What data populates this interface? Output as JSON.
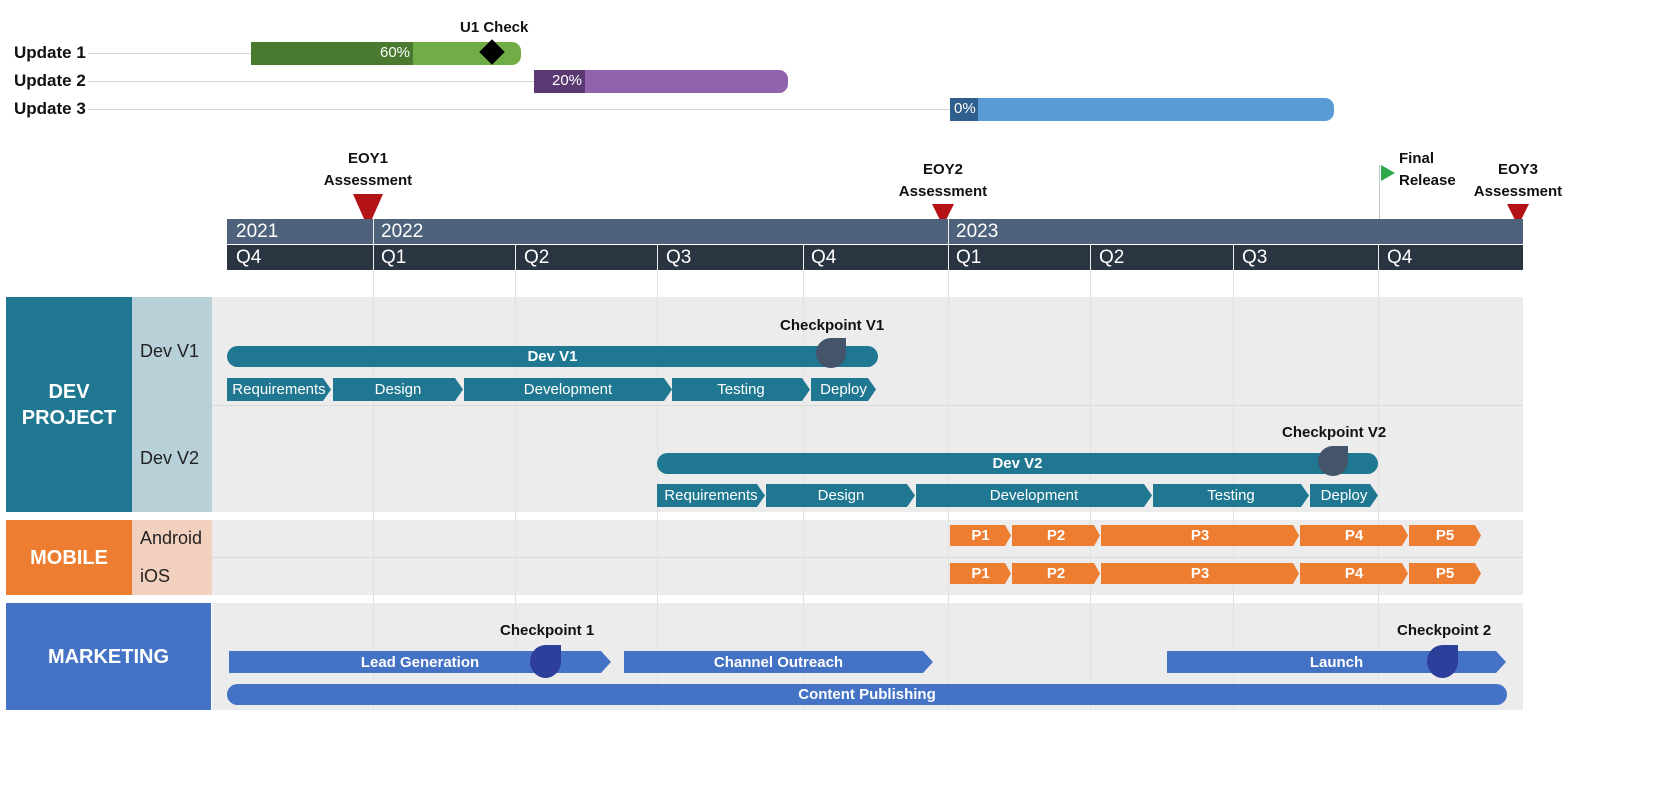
{
  "colors": {
    "update1_dark": "#4a7a2f",
    "update1_light": "#70ad47",
    "update2_dark": "#5b3a74",
    "update2_light": "#9163ad",
    "update3_dark": "#2f5f8c",
    "update3_light": "#5b9bd5",
    "assessment_marker": "#b31217",
    "final_release_flag": "#2ea84a",
    "dev_project": "#1f7791",
    "dev_sub": "#b8d0d8",
    "mobile": "#ed7d31",
    "mobile_sub": "#f1d0be",
    "marketing": "#4472c4",
    "checkpoint_dev": "#44546a",
    "checkpoint_mkt": "#2e3e9b"
  },
  "updates": [
    {
      "label": "Update 1",
      "percent_label": "60%",
      "percent_complete": 0.6,
      "milestone": "U1 Check",
      "milestone_icon": "diamond-icon"
    },
    {
      "label": "Update 2",
      "percent_label": "20%",
      "percent_complete": 0.2
    },
    {
      "label": "Update 3",
      "percent_label": "0%",
      "percent_complete": 0.0
    }
  ],
  "milestones": {
    "eoy1": [
      "EOY1",
      "Assessment"
    ],
    "eoy2": [
      "EOY2",
      "Assessment"
    ],
    "eoy3": [
      "EOY3",
      "Assessment"
    ],
    "final_release": [
      "Final",
      "Release"
    ]
  },
  "scale": {
    "years": [
      "2021",
      "2022",
      "2023"
    ],
    "quarters": [
      "Q4",
      "Q1",
      "Q2",
      "Q3",
      "Q4",
      "Q1",
      "Q2",
      "Q3",
      "Q4"
    ]
  },
  "lanes": {
    "dev_project": {
      "title": "DEV PROJECT",
      "rows": [
        {
          "label": "Dev V1",
          "bar": "Dev V1",
          "checkpoint": "Checkpoint V1",
          "phases": [
            "Requirements",
            "Design",
            "Development",
            "Testing",
            "Deploy"
          ]
        },
        {
          "label": "Dev V2",
          "bar": "Dev V2",
          "checkpoint": "Checkpoint V2",
          "phases": [
            "Requirements",
            "Design",
            "Development",
            "Testing",
            "Deploy"
          ]
        }
      ]
    },
    "mobile": {
      "title": "MOBILE",
      "rows": [
        {
          "label": "Android",
          "phases": [
            "P1",
            "P2",
            "P3",
            "P4",
            "P5"
          ]
        },
        {
          "label": "iOS",
          "phases": [
            "P1",
            "P2",
            "P3",
            "P4",
            "P5"
          ]
        }
      ]
    },
    "marketing": {
      "title": "MARKETING",
      "tasks": [
        "Lead Generation",
        "Channel Outreach",
        "Launch",
        "Content Publishing"
      ],
      "checkpoints": [
        "Checkpoint 1",
        "Checkpoint 2"
      ]
    }
  }
}
